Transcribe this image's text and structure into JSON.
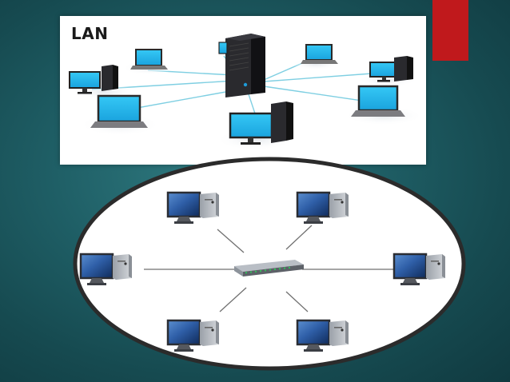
{
  "slide": {
    "accent_color": "#c0191c",
    "background_color": "#1f5f66"
  },
  "lan_panel": {
    "title": "LAN",
    "link_color": "#6fc8de",
    "screen_color": "#22b4ec",
    "devices": [
      "server-tower",
      "laptop",
      "laptop",
      "desktop",
      "laptop",
      "desktop",
      "laptop",
      "desktop",
      "desktop"
    ]
  },
  "star_topology": {
    "hub": "network-switch",
    "nodes": [
      "desktop",
      "desktop",
      "desktop",
      "desktop",
      "desktop",
      "desktop"
    ]
  }
}
